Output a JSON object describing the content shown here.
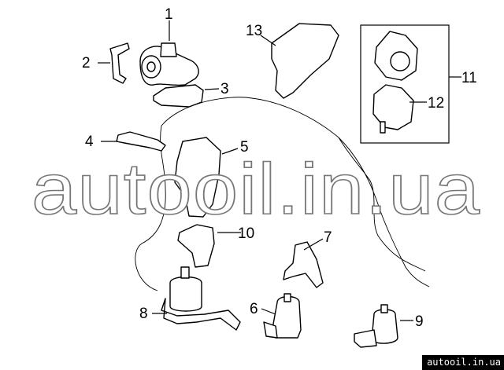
{
  "diagram": {
    "callouts": [
      "1",
      "2",
      "3",
      "4",
      "5",
      "6",
      "7",
      "8",
      "9",
      "10",
      "11",
      "12",
      "13"
    ]
  },
  "watermark": {
    "large_text": "autooil.in.ua",
    "badge_text": "autooil.in.ua"
  }
}
